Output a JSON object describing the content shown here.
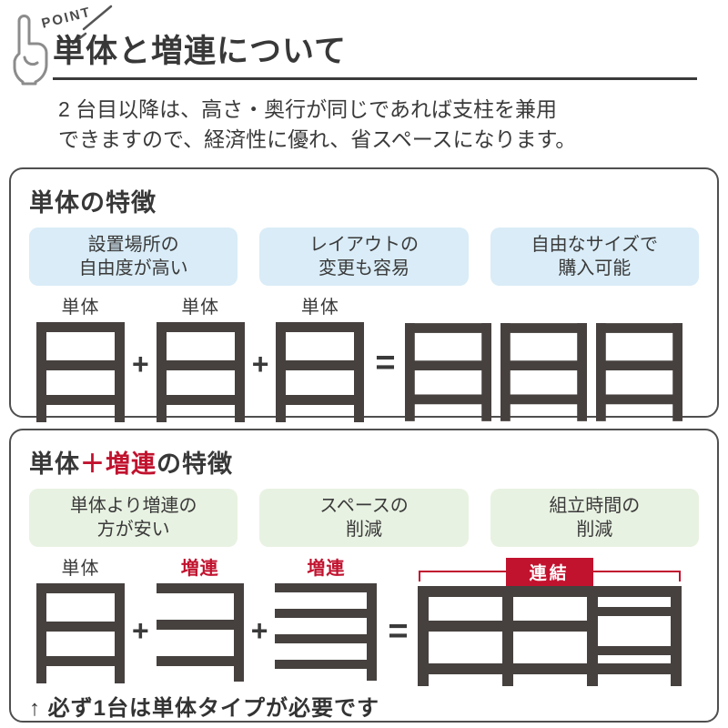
{
  "point_label": "POINT",
  "title": "単体と増連について",
  "intro": "2 台目以降は、高さ・奥行が同じであれば支柱を兼用\nできますので、経済性に優れ、省スペースになります。",
  "operators": {
    "plus": "+",
    "equals": "="
  },
  "section_standalone": {
    "heading": "単体の特徴",
    "benefits": [
      "設置場所の\n自由度が高い",
      "レイアウトの\n変更も容易",
      "自由なサイズで\n購入可能"
    ],
    "unit_labels": [
      "単体",
      "単体",
      "単体"
    ]
  },
  "section_combo": {
    "heading_black1": "単体",
    "heading_red": "＋増連",
    "heading_black2": "の特徴",
    "benefits": [
      "単体より増連の\n方が安い",
      "スペースの\n削減",
      "組立時間の\n削減"
    ],
    "unit_label_first": "単体",
    "unit_label_second": "増連",
    "unit_label_third": "増連",
    "link_badge": "連結",
    "note": "↑ 必ず1台は単体タイプが必要です"
  },
  "colors": {
    "ink": "#3a3a3a",
    "frame": "#46413f",
    "red": "#c1122e",
    "blue": "#d9ecf7",
    "green": "#e8f2e2"
  }
}
